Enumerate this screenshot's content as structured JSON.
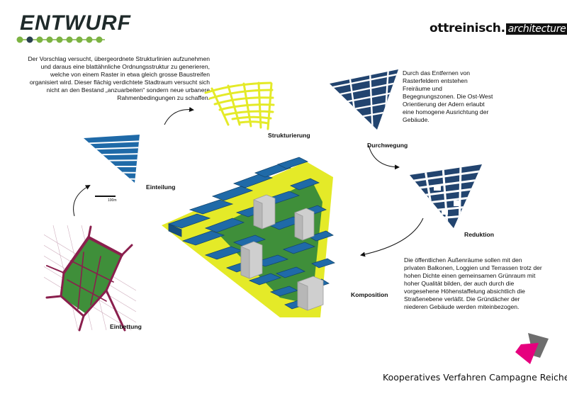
{
  "header": {
    "title": "ENTWURF",
    "brand_main": "ottreinisch.",
    "brand_box": "architecture"
  },
  "texts": {
    "intro": "Der Vorschlag versucht, übergeordnete Strukturlinien aufzunehmen und daraus eine blattähnliche Ordnungsstruktur zu generieren, welche von einem Raster in etwa gleich grosse Baustreifen organisiert wird. Dieser flächig verdichtete Stadtraum versucht sich nicht an den Bestand „anzuarbeiten“ sondern neue urbanere Rahmenbedingungen zu schaffen.",
    "durchwegung_text": "Durch das Entfernen von Rasterfeldern entstehen Freiräume und Begegnungszonen. Die Ost-West Orientierung der Adern erlaubt eine homogene Ausrichtung der Gebäude.",
    "komposition_text": "Die öffentlichen Äußenräume sollen mit den privaten Balkonen, Loggien und Terrassen trotz der hohen Dichte einen gemeinsamen Grünraum mit hoher Qualität bilden, der auch durch die vorgesehene Höhenstaffelung absichtlich die Straßenebene verläßt. Die Gründächer der niederen Gebäude werden miteinbezogen."
  },
  "labels": {
    "strukturierung": "Strukturierung",
    "einteilung": "Einteilung",
    "durchwegung": "Durchwegung",
    "reduktion": "Reduktion",
    "komposition": "Komposition",
    "einbettung": "Einbettung",
    "scale": "100m"
  },
  "footer": "Kooperatives Verfahren Campagne Reichenau",
  "colors": {
    "blue": "#1f6aa8",
    "navy": "#22446f",
    "yellow": "#e4ea28",
    "green": "#3f8f3a",
    "grey": "#cfcfcf",
    "maroon": "#8a1f4d",
    "magenta": "#e6007e",
    "darkgrey": "#6e6e6e",
    "dotgreen": "#7cb342"
  }
}
